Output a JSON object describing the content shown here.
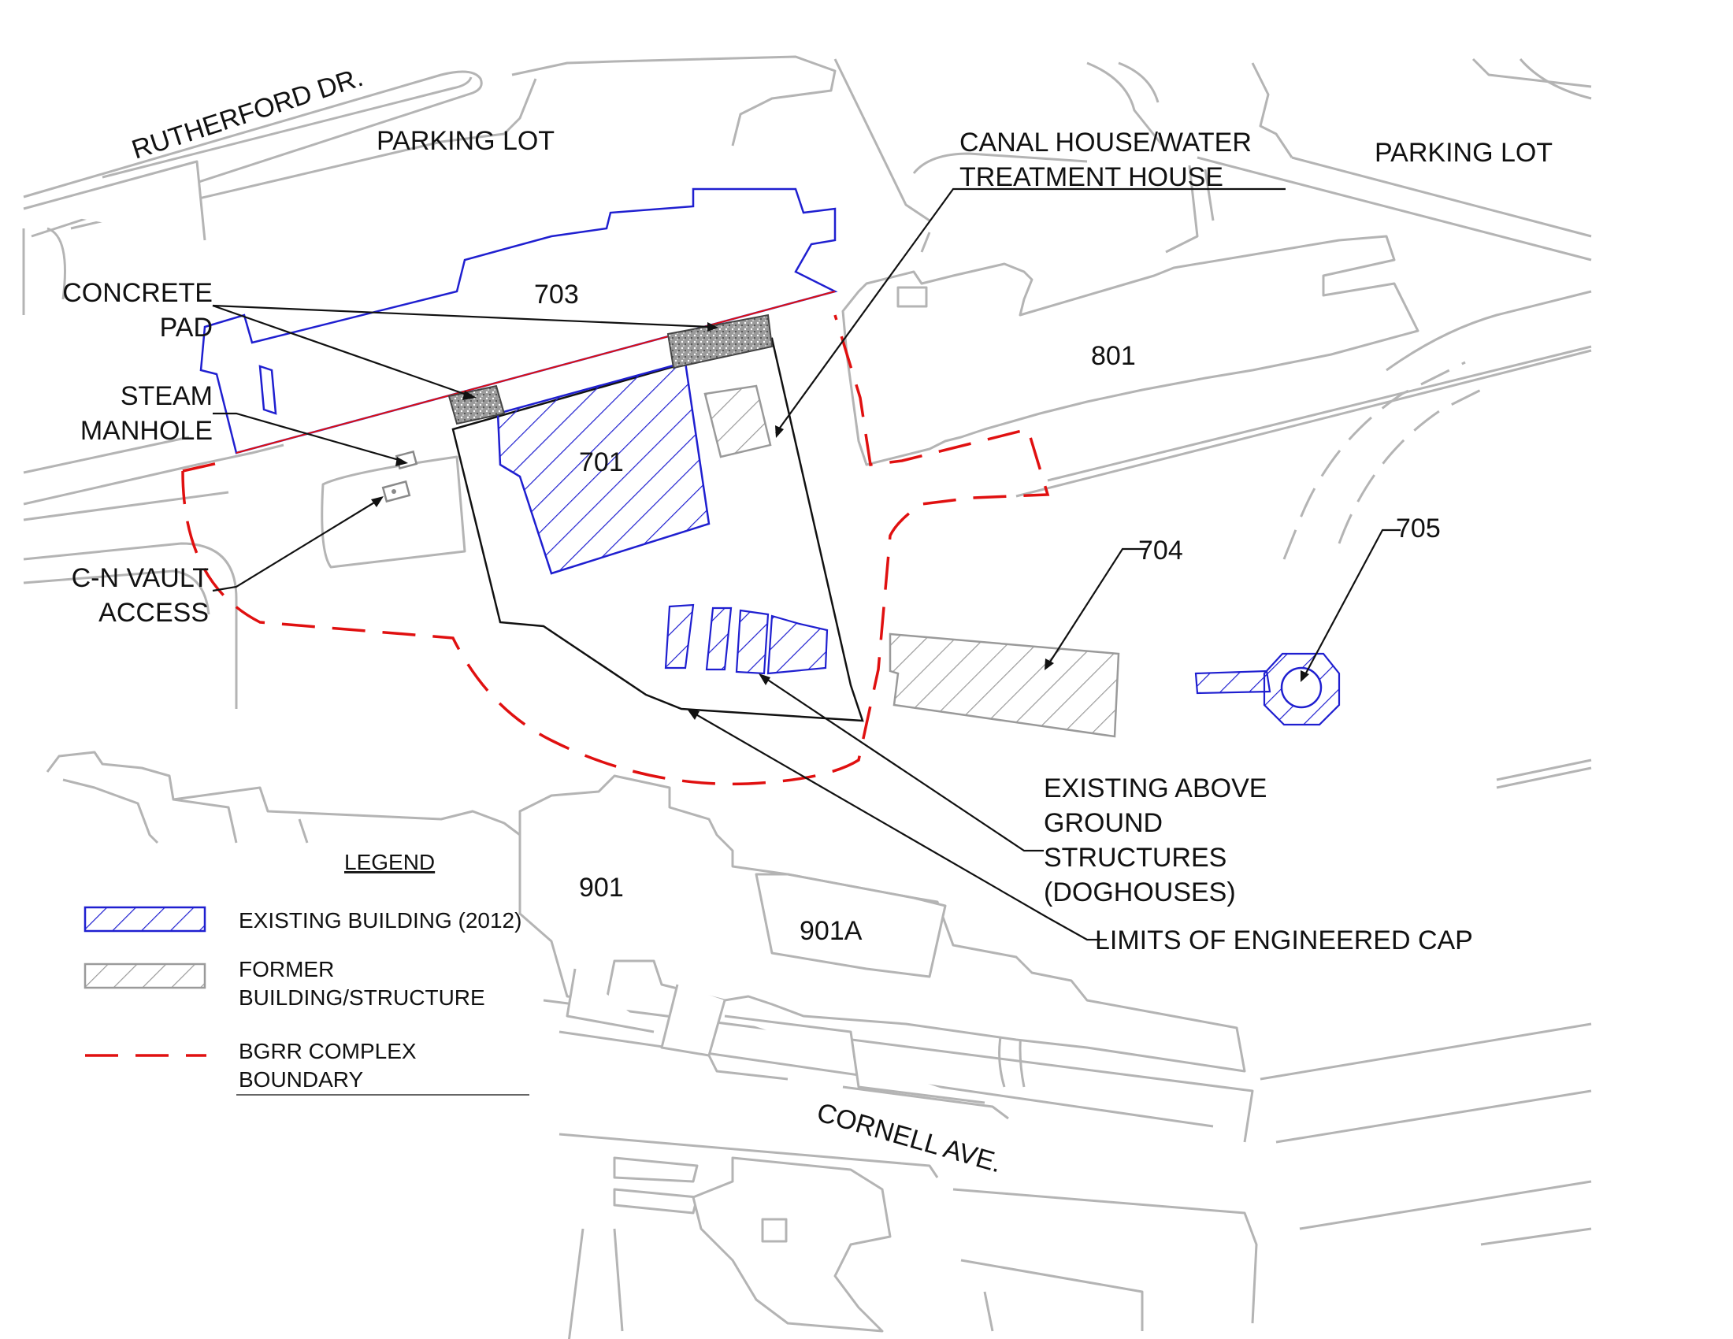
{
  "map": {
    "streets": {
      "rutherford": "RUTHERFORD DR.",
      "cornell": "CORNELL AVE."
    },
    "areas": {
      "parking_lot_west": "PARKING LOT",
      "parking_lot_east": "PARKING LOT"
    },
    "buildings": {
      "b703": "703",
      "b701": "701",
      "b801": "801",
      "b704": "704",
      "b705": "705",
      "b901": "901",
      "b901a": "901A"
    },
    "callouts": {
      "canal_house_line1": "CANAL HOUSE/WATER",
      "canal_house_line2": "TREATMENT HOUSE",
      "concrete_pad_line1": "CONCRETE",
      "concrete_pad_line2": "PAD",
      "steam_manhole_line1": "STEAM",
      "steam_manhole_line2": "MANHOLE",
      "cn_vault_line1": "C-N VAULT",
      "cn_vault_line2": "ACCESS",
      "doghouses_line1": "EXISTING ABOVE",
      "doghouses_line2": "GROUND",
      "doghouses_line3": "STRUCTURES",
      "doghouses_line4": "(DOGHOUSES)",
      "engineered_cap": "LIMITS OF ENGINEERED CAP"
    }
  },
  "legend": {
    "title": "LEGEND",
    "items": [
      {
        "label_line1": "EXISTING BUILDING (2012)",
        "label_line2": "",
        "color": "#1f1fd0"
      },
      {
        "label_line1": "FORMER",
        "label_line2": "BUILDING/STRUCTURE",
        "color": "#9a9a9a"
      },
      {
        "label_line1": "BGRR COMPLEX",
        "label_line2": "BOUNDARY",
        "color": "#e01010"
      }
    ]
  },
  "colors": {
    "existing_building": "#1f1fd0",
    "former_building": "#9a9a9a",
    "boundary": "#e01010",
    "background_linework": "#b4b4b4",
    "annotation": "#111111"
  }
}
